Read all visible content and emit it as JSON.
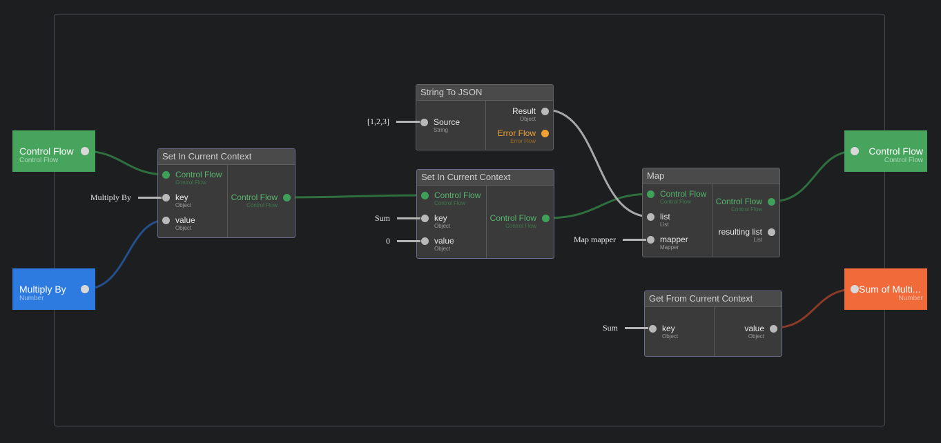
{
  "colors": {
    "background": "#1d1e20",
    "control_flow": "#46a45d",
    "number_input": "#2d7be0",
    "number_output": "#f06a3a",
    "error_flow": "#f0a030"
  },
  "graph_inputs": {
    "control_flow": {
      "name": "Control Flow",
      "type": "Control Flow"
    },
    "multiply_by": {
      "name": "Multiply By",
      "type": "Number"
    }
  },
  "graph_outputs": {
    "control_flow": {
      "name": "Control Flow",
      "type": "Control Flow"
    },
    "sum": {
      "name": "Sum of Multi...",
      "type": "Number"
    }
  },
  "nodes": {
    "set_ctx_1": {
      "title": "Set In Current Context",
      "inputs": [
        {
          "label": "Control Flow",
          "type": "Control Flow"
        },
        {
          "label": "key",
          "type": "Object"
        },
        {
          "label": "value",
          "type": "Object"
        }
      ],
      "outputs": [
        {
          "label": "Control Flow",
          "type": "Control Flow"
        }
      ],
      "constants": {
        "key": "Multiply By"
      }
    },
    "string_to_json": {
      "title": "String To JSON",
      "inputs": [
        {
          "label": "Source",
          "type": "String"
        }
      ],
      "outputs": [
        {
          "label": "Result",
          "type": "Object"
        },
        {
          "label": "Error Flow",
          "type": "Error Flow"
        }
      ],
      "constants": {
        "source": "[1,2,3]"
      }
    },
    "set_ctx_2": {
      "title": "Set In Current Context",
      "inputs": [
        {
          "label": "Control Flow",
          "type": "Control Flow"
        },
        {
          "label": "key",
          "type": "Object"
        },
        {
          "label": "value",
          "type": "Object"
        }
      ],
      "outputs": [
        {
          "label": "Control Flow",
          "type": "Control Flow"
        }
      ],
      "constants": {
        "key": "Sum",
        "value": "0"
      }
    },
    "map": {
      "title": "Map",
      "inputs": [
        {
          "label": "Control Flow",
          "type": "Control Flow"
        },
        {
          "label": "list",
          "type": "List"
        },
        {
          "label": "mapper",
          "type": "Mapper"
        }
      ],
      "outputs": [
        {
          "label": "Control Flow",
          "type": "Control Flow"
        },
        {
          "label": "resulting list",
          "type": "List"
        }
      ],
      "constants": {
        "mapper": "Map mapper"
      }
    },
    "get_ctx": {
      "title": "Get From Current Context",
      "inputs": [
        {
          "label": "key",
          "type": "Object"
        }
      ],
      "outputs": [
        {
          "label": "value",
          "type": "Object"
        }
      ],
      "constants": {
        "key": "Sum"
      }
    }
  }
}
